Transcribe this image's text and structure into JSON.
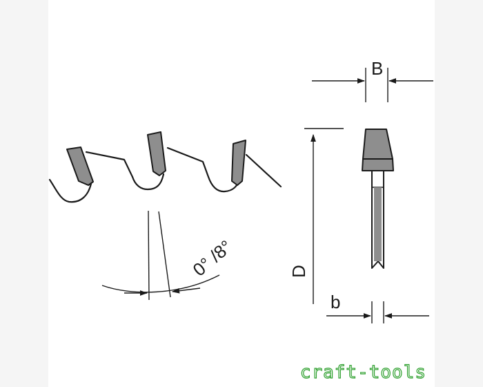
{
  "labels": {
    "kerf_width": "B",
    "angle": "0° /8°",
    "diameter": "D",
    "body_thickness": "b"
  },
  "brand": {
    "text": "craft-tools"
  },
  "colors": {
    "line": "#1a1a1a",
    "tooth_fill": "#8e8e8e",
    "brand_outline": "#2ea02e"
  }
}
